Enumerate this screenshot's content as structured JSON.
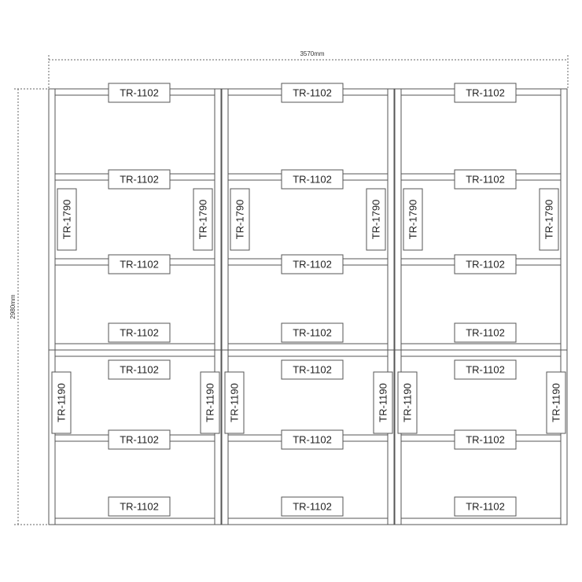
{
  "dimensions": {
    "width_label": "3570mm",
    "height_label": "2980mm"
  },
  "modules": [
    {
      "upper_rails": [
        "TR-1102",
        "TR-1102",
        "TR-1102",
        "TR-1102"
      ],
      "upper_posts": [
        "TR-1790",
        "TR-1790"
      ],
      "lower_rails": [
        "TR-1102",
        "TR-1102",
        "TR-1102"
      ],
      "lower_posts": [
        "TR-1190",
        "TR-1190"
      ]
    },
    {
      "upper_rails": [
        "TR-1102",
        "TR-1102",
        "TR-1102",
        "TR-1102"
      ],
      "upper_posts": [
        "TR-1790",
        "TR-1790"
      ],
      "lower_rails": [
        "TR-1102",
        "TR-1102",
        "TR-1102"
      ],
      "lower_posts": [
        "TR-1190",
        "TR-1190"
      ]
    },
    {
      "upper_rails": [
        "TR-1102",
        "TR-1102",
        "TR-1102",
        "TR-1102"
      ],
      "upper_posts": [
        "TR-1790",
        "TR-1790"
      ],
      "lower_rails": [
        "TR-1102",
        "TR-1102",
        "TR-1102"
      ],
      "lower_posts": [
        "TR-1190",
        "TR-1190"
      ]
    }
  ],
  "colors": {
    "line": "#555555",
    "dim": "#666666"
  }
}
